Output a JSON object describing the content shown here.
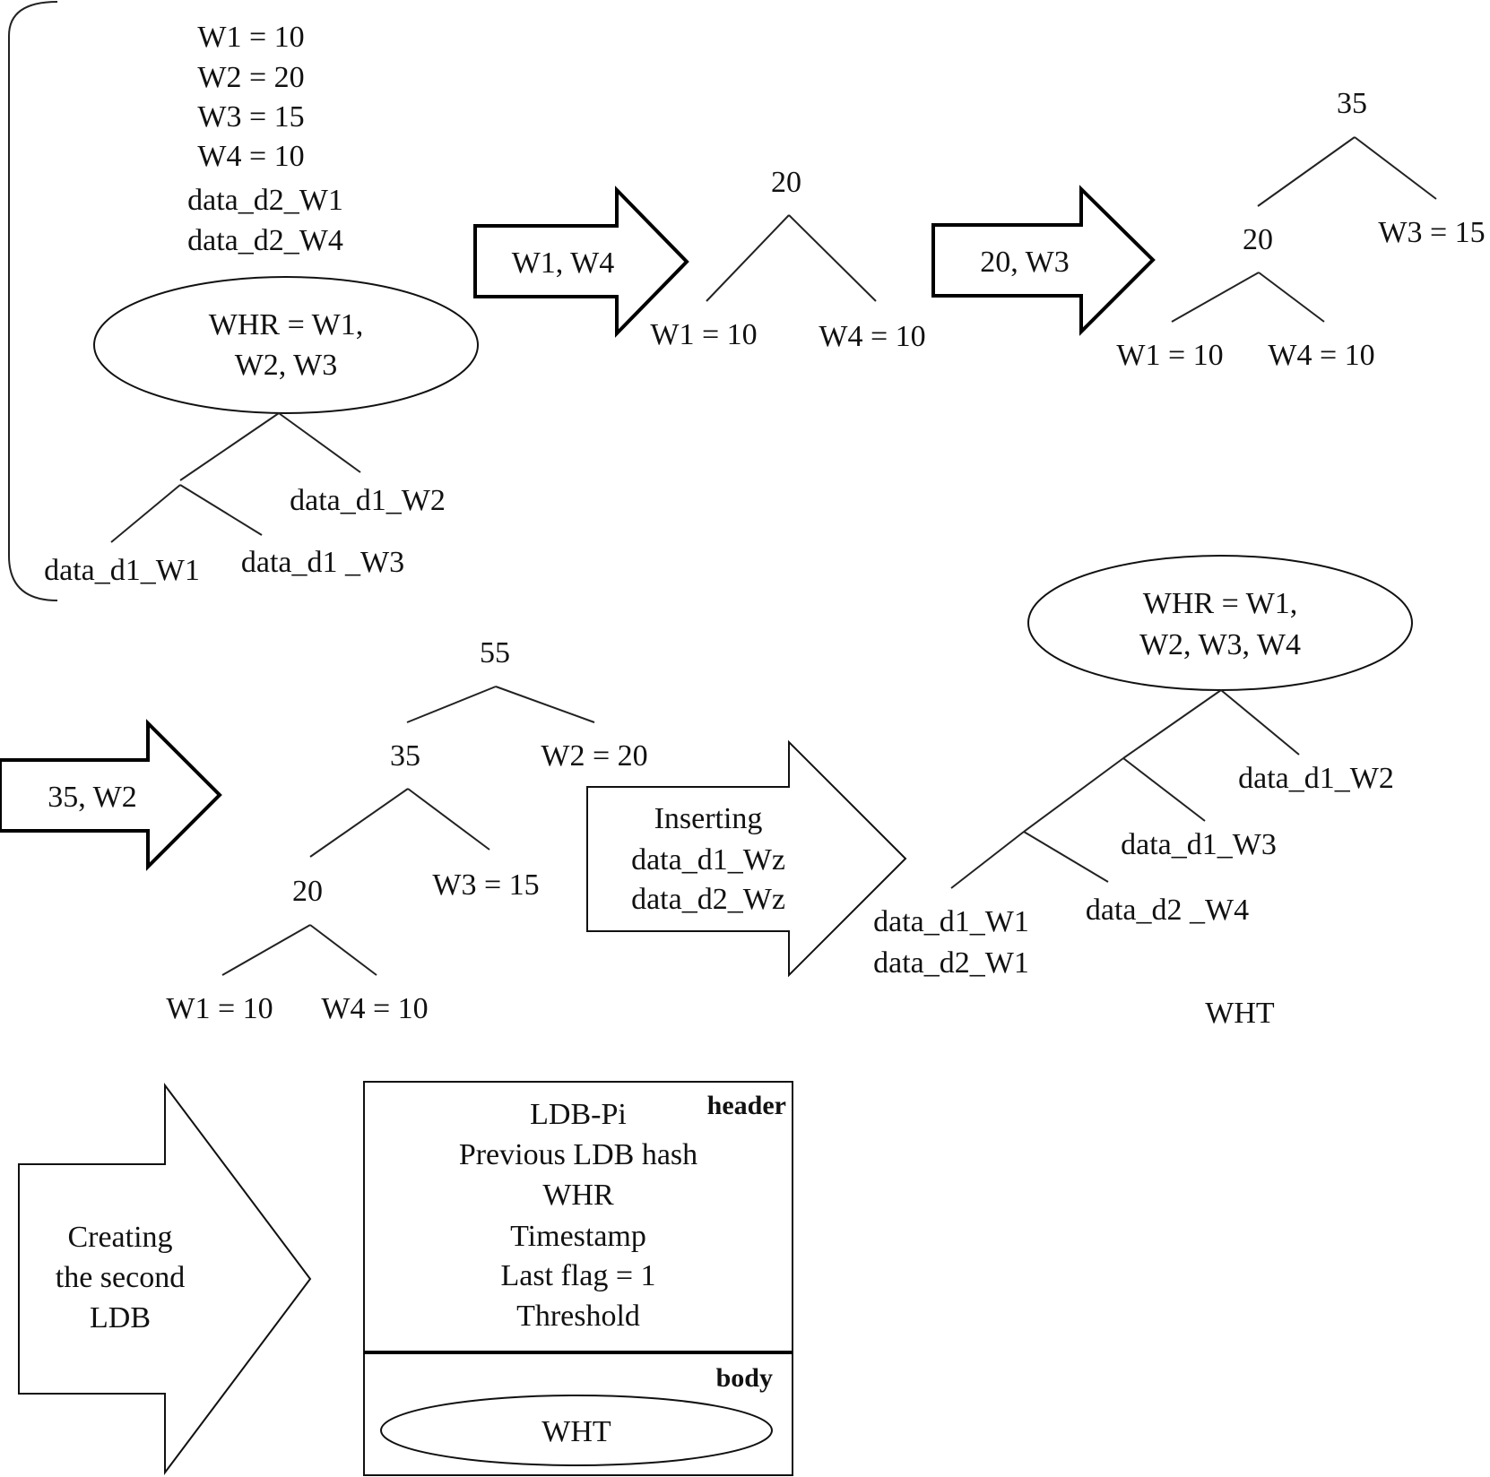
{
  "weights": [
    "W1 = 10",
    "W2 = 20",
    "W3 = 15",
    "W4 = 10",
    "data_d2_W1",
    "data_d2_W4"
  ],
  "first_whr": [
    "WHR = W1,",
    "W2, W3"
  ],
  "first_tree": {
    "left_child": "data_d1_W1",
    "mid_child": "data_d1 _W3",
    "right_child": "data_d1_W2"
  },
  "arrows": {
    "a1": "W1, W4",
    "a2": "20, W3",
    "a3": "35, W2",
    "a4": [
      "Inserting",
      "data_d1_Wz",
      "data_d2_Wz"
    ],
    "a5": [
      "Creating",
      "the second",
      "LDB"
    ]
  },
  "tree1": {
    "root": "20",
    "left": "W1 = 10",
    "right": "W4 = 10"
  },
  "tree2": {
    "root": "35",
    "mid": "20",
    "w3": "W3 = 15",
    "w1": "W1 = 10",
    "w4": "W4 = 10"
  },
  "tree3": {
    "root": "55",
    "n35": "35",
    "w2": "W2 = 20",
    "n20": "20",
    "w3": "W3 = 15",
    "w1": "W1 = 10",
    "w4": "W4 = 10"
  },
  "wht": {
    "whr": [
      "WHR = W1,",
      "W2, W3, W4"
    ],
    "d1_w2": "data_d1_W2",
    "d1_w3": "data_d1_W3",
    "d2_w4": "data_d2 _W4",
    "d1_w1": "data_d1_W1",
    "d2_w1": "data_d2_W1",
    "caption": "WHT"
  },
  "ldb": {
    "header_label": "header",
    "header_lines": [
      "LDB-Pi",
      "Previous LDB hash",
      "WHR",
      "Timestamp",
      "Last flag = 1",
      "Threshold"
    ],
    "body_label": "body",
    "body_item": "WHT"
  }
}
